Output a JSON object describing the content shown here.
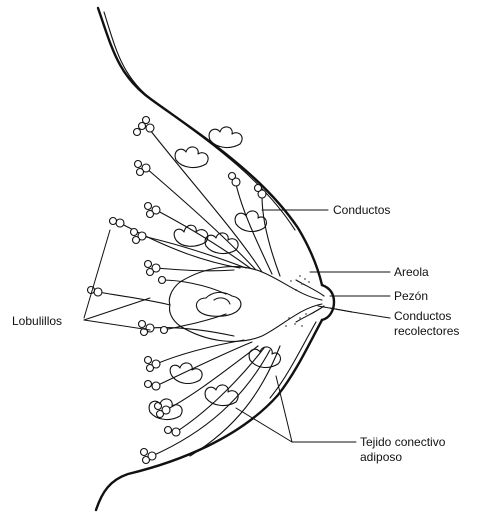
{
  "labels": {
    "conductos": "Conductos",
    "areola": "Areola",
    "pezon": "Pezón",
    "conductos_recolectores_line1": "Conductos",
    "conductos_recolectores_line2": "recolectores",
    "lobulillos": "Lobulillos",
    "tejido_line1": "Tejido conectivo",
    "tejido_line2": "adiposo"
  }
}
